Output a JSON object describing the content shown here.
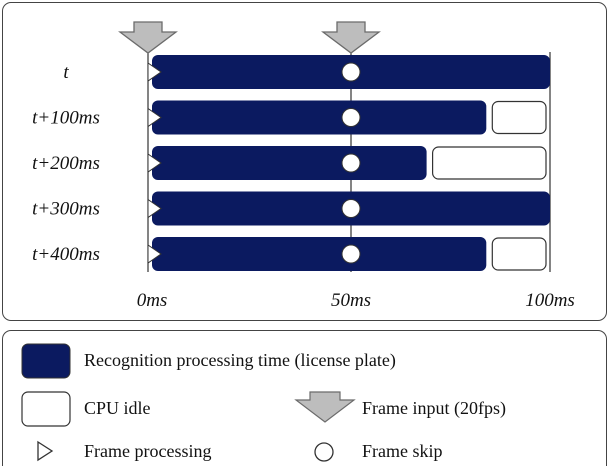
{
  "colors": {
    "processing": "#0b1a60",
    "idle": "#ffffff",
    "arrow_fill": "#bdbdbd",
    "arrow_stroke": "#6b6b6b",
    "line": "#333333"
  },
  "chart_data": {
    "type": "timeline",
    "time_unit": "ms",
    "x_range": [
      0,
      100
    ],
    "x_ticks": [
      "0ms",
      "50ms",
      "100ms"
    ],
    "frame_input_times": [
      0,
      50
    ],
    "frame_skip_time": 50,
    "rows": [
      {
        "label": "t",
        "processing_end": 100,
        "idle_end": 100
      },
      {
        "label": "t+100ms",
        "processing_end": 85,
        "idle_end": 100
      },
      {
        "label": "t+200ms",
        "processing_end": 70,
        "idle_end": 100
      },
      {
        "label": "t+300ms",
        "processing_end": 100,
        "idle_end": 100
      },
      {
        "label": "t+400ms",
        "processing_end": 85,
        "idle_end": 100
      }
    ]
  },
  "legend": {
    "items": [
      {
        "key": "processing-time",
        "label": "Recognition processing time (license plate)"
      },
      {
        "key": "cpu-idle",
        "label": "CPU idle"
      },
      {
        "key": "frame-input",
        "label": "Frame input (20fps)"
      },
      {
        "key": "frame-processing",
        "label": "Frame processing"
      },
      {
        "key": "frame-skip",
        "label": "Frame skip"
      }
    ]
  }
}
